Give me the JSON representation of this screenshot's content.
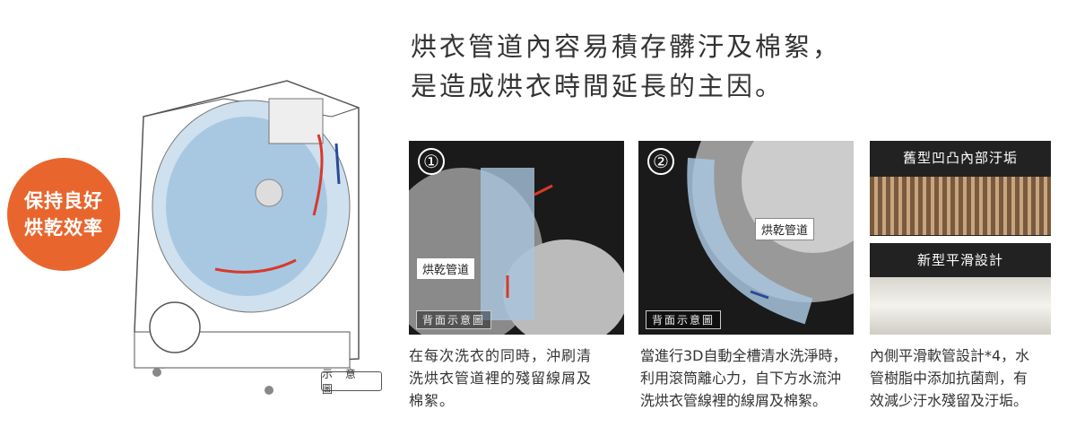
{
  "title": {
    "line1": "烘衣管道內容易積存髒汙及棉絮，",
    "line2": "是造成烘衣時間延長的主因。"
  },
  "badge": {
    "line1": "保持良好",
    "line2": "烘乾效率",
    "color": "#e8662e"
  },
  "schematic_label": "示 意 圖",
  "panels": [
    {
      "number": "①",
      "tag": "烘乾管道",
      "back_label": "背面示意圖",
      "caption": [
        "在每次洗衣的同時，沖刷清",
        "洗烘衣管道裡的殘留線屑及",
        "棉絮。"
      ]
    },
    {
      "number": "②",
      "tag": "烘乾管道",
      "back_label": "背面示意圖",
      "caption": [
        "當進行3D自動全槽清水洗淨時，",
        "利用滾筒離心力，自下方水流沖",
        "洗烘衣管線裡的線屑及棉絮。"
      ]
    },
    {
      "old_label": "舊型凹凸內部汙垢",
      "new_label": "新型平滑設計",
      "caption": [
        "內側平滑軟管設計*4，水",
        "管樹脂中添加抗菌劑，有",
        "效減少汙水殘留及汙垢。"
      ]
    }
  ]
}
